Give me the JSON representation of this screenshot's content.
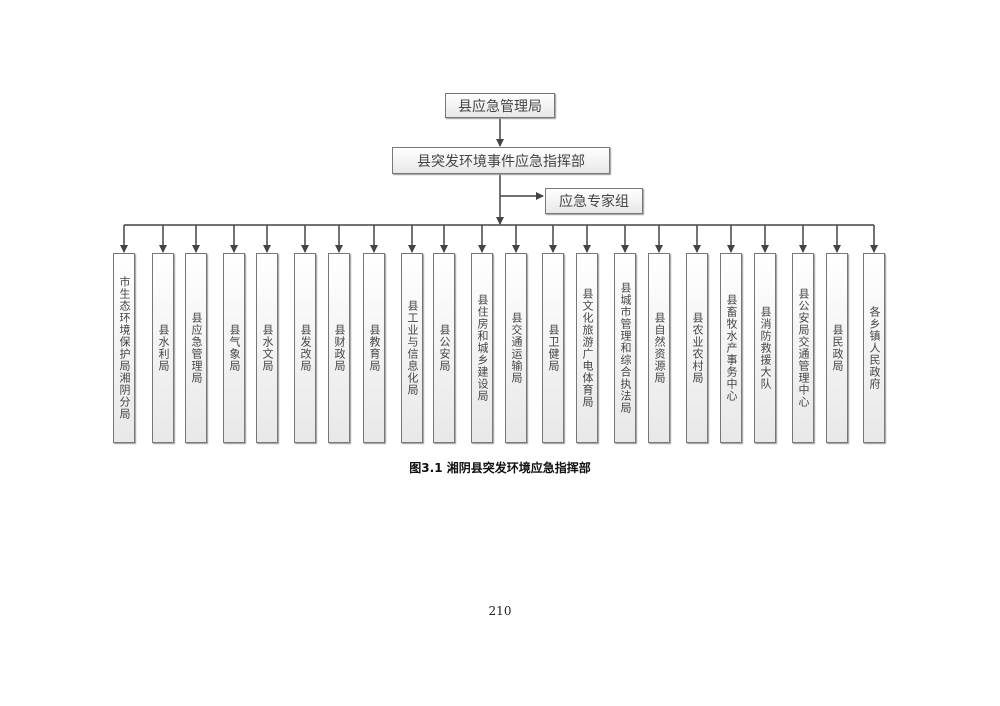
{
  "chart": {
    "root": "县应急管理局",
    "command": "县突发环境事件应急指挥部",
    "expert_group": "应急专家组",
    "members": [
      "市生态环境保护局湘阴分局",
      "县水利局",
      "县应急管理局",
      "县气象局",
      "县水文局",
      "县发改局",
      "县财政局",
      "县教育局",
      "县工业与信息化局",
      "县公安局",
      "县住房和城乡建设局",
      "县交通运输局",
      "县卫健局",
      "县文化旅游广电体育局",
      "县城市管理和综合执法局",
      "县自然资源局",
      "县农业农村局",
      "县畜牧水产事务中心",
      "县消防救援大队",
      "县公安局交通管理中心",
      "县民政局",
      "各乡镇人民政府"
    ]
  },
  "caption": "图3.1 湘阴县突发环境应急指挥部",
  "page_number": "210"
}
